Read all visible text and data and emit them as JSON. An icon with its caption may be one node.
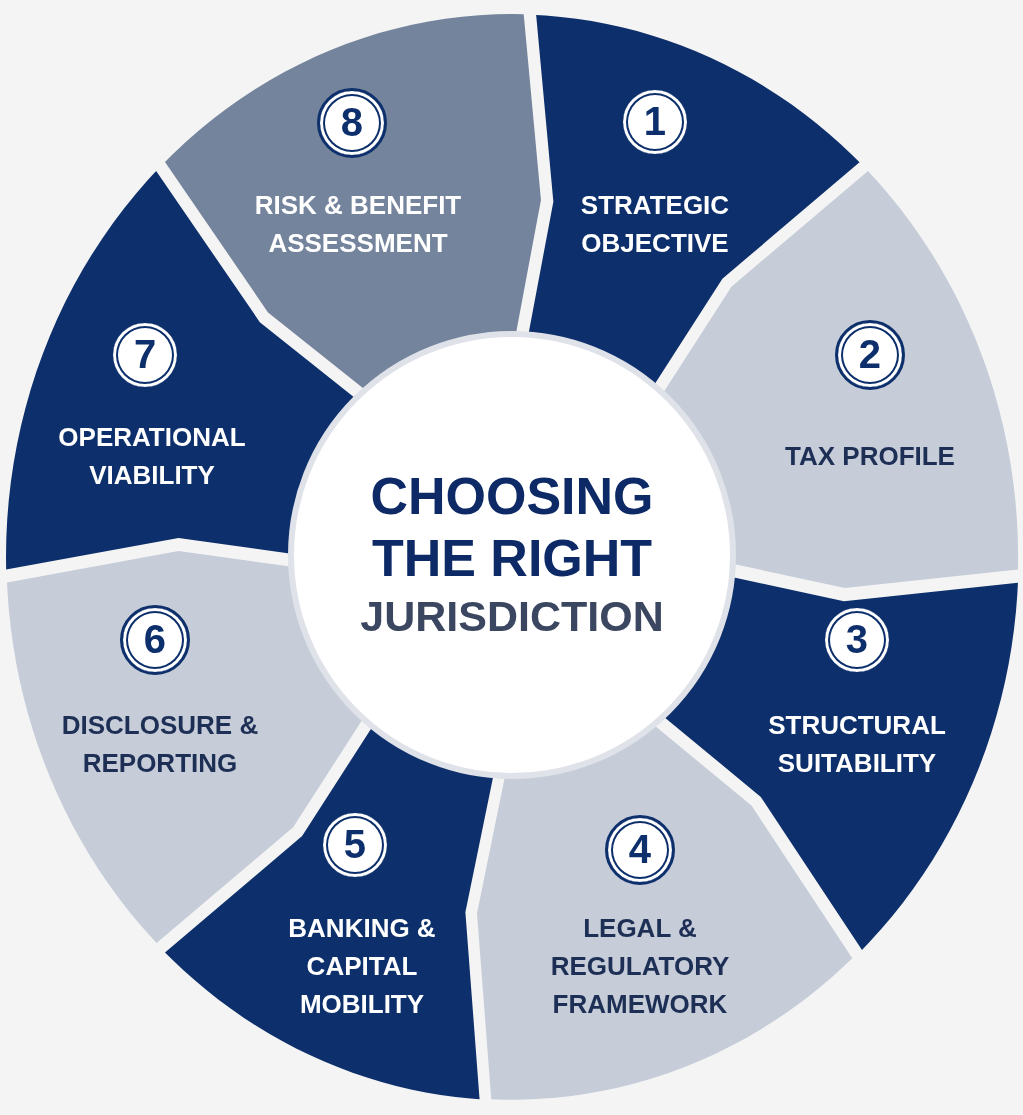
{
  "diagram": {
    "nodes": [
      {
        "text": [
          "1",
          "STRATEGIC OBJECTIVE"
        ]
      },
      {
        "text": [
          "2",
          "TAX PROFILE"
        ]
      },
      {
        "text": [
          "3",
          "STRUCTURAL SUITABILITY"
        ]
      },
      {
        "text": [
          "4",
          "LEGAL & REGULATORY FRAMEWORK"
        ]
      },
      {
        "text": [
          "5",
          "BANKING & CAPITAL MOBILITY"
        ]
      },
      {
        "text": [
          "6",
          "DISCLOSURE & REPORTING"
        ]
      },
      {
        "text": [
          "7",
          "OPERATIONAL VIABILITY"
        ]
      },
      {
        "text": [
          "8",
          "RISK & BENEFIT ASSESSMENT"
        ]
      },
      {
        "text": [
          "CHOOSING THE RIGHT",
          "JURISDICTION"
        ]
      }
    ]
  }
}
